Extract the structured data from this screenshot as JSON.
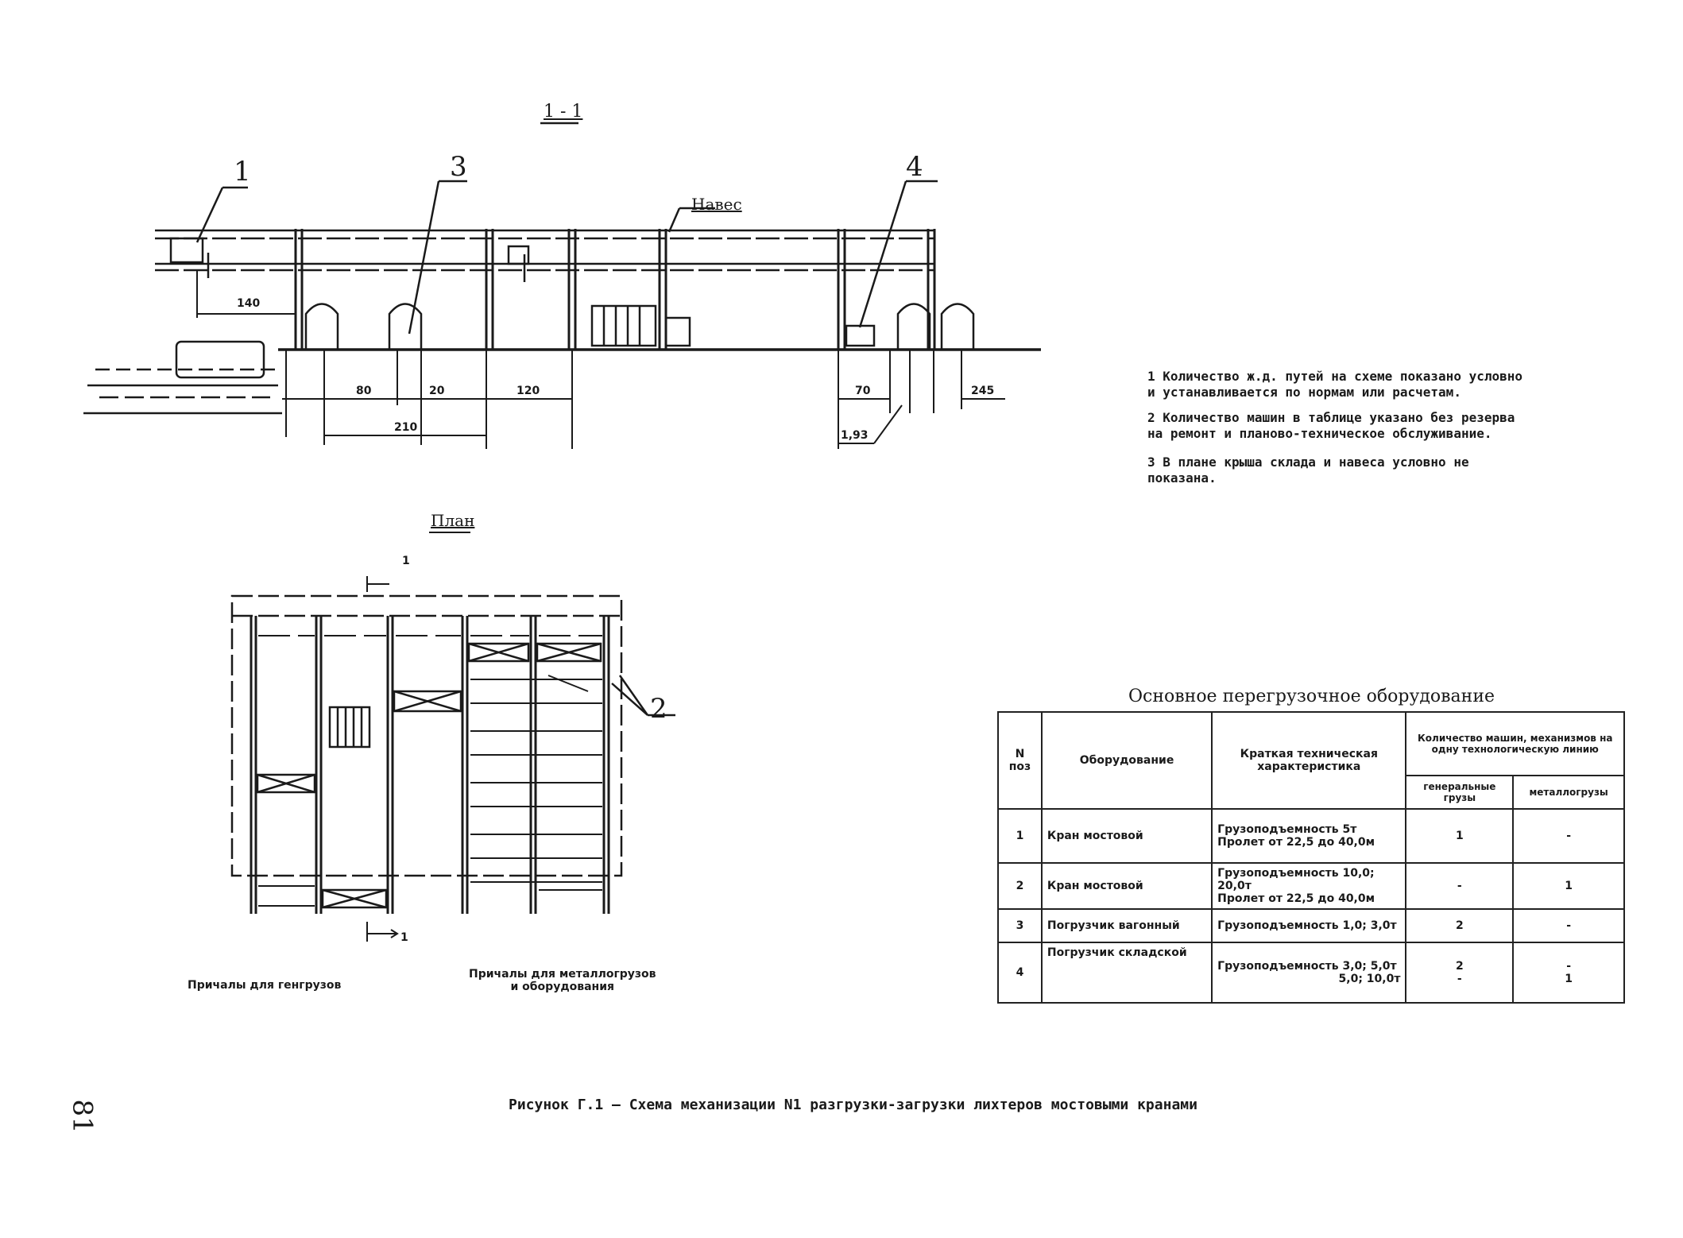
{
  "section": {
    "title": "1 - 1",
    "canopy_label": "Навес",
    "callouts": [
      "1",
      "3",
      "4"
    ],
    "dims": {
      "d140": "140",
      "d80": "80",
      "d20": "20",
      "d120": "120",
      "d210": "210",
      "d70": "70",
      "d245": "245",
      "d193": "1,93"
    }
  },
  "plan": {
    "title": "План",
    "cut_top": "1",
    "cut_bottom": "1",
    "callout": "2",
    "caption_left": "Причалы для генгрузов",
    "caption_right_l1": "Причалы для металлогрузов",
    "caption_right_l2": "и оборудования"
  },
  "notes": [
    {
      "l1": "1 Количество ж.д. путей на схеме показано условно",
      "l2": "и устанавливается по нормам или расчетам."
    },
    {
      "l1": "2 Количество машин в таблице указано без резерва",
      "l2": "на ремонт и планово-техническое обслуживание."
    },
    {
      "l1": "3 В плане крыша склада и навеса условно не",
      "l2": "показана."
    }
  ],
  "table": {
    "title": "Основное перегрузочное оборудование",
    "head": {
      "num": "N поз",
      "equip": "Оборудование",
      "char": "Краткая техническая характеристика",
      "qty": "Количество машин, механизмов на одну технологическую линию",
      "gen": "генеральные грузы",
      "met": "металлогрузы"
    },
    "rows": [
      {
        "n": "1",
        "equip": "Кран мостовой",
        "c1": "Грузоподъемность 5т",
        "c2": "Пролет от 22,5 до 40,0м",
        "gen": "1",
        "met": "-"
      },
      {
        "n": "2",
        "equip": "Кран мостовой",
        "c1": "Грузоподъемность 10,0; 20,0т",
        "c2": "Пролет от 22,5 до 40,0м",
        "gen": "-",
        "met": "1"
      },
      {
        "n": "3",
        "equip": "Погрузчик вагонный",
        "c1": "Грузоподъемность 1,0; 3,0т",
        "c2": "",
        "gen": "2",
        "met": "-"
      },
      {
        "n": "4",
        "equip": "Погрузчик складской",
        "c1": "Грузоподъемность 3,0; 5,0т",
        "c2": "5,0; 10,0т",
        "gen": "2",
        "gen2": "-",
        "met": "-",
        "met2": "1"
      }
    ]
  },
  "page_number": "81",
  "figure_caption": "Рисунок Г.1 — Схема механизации N1 разгрузки-загрузки лихтеров мостовыми кранами"
}
